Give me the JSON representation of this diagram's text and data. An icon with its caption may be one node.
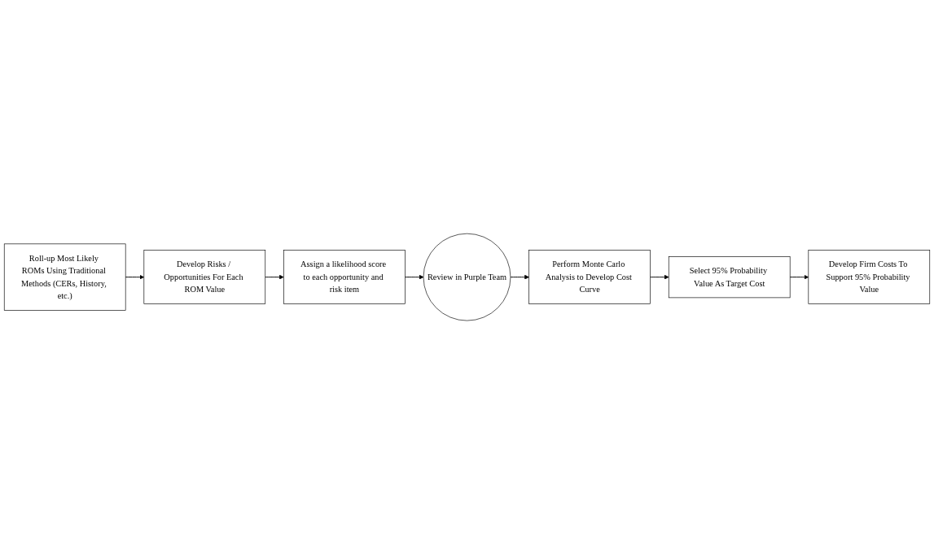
{
  "diagram": {
    "nodes": [
      {
        "text": [
          "Roll-up Most Likely ROMs Using Traditional Methods (CERs, History, etc.)"
        ]
      },
      {
        "text": [
          "Develop Risks / Opportunities For Each ROM Value"
        ]
      },
      {
        "text": [
          "Assign a likelihood score to each opportunity and risk item"
        ]
      },
      {
        "text": [
          "Review in Purple Team"
        ]
      },
      {
        "text": [
          "Perform Monte Carlo Analysis to Develop Cost Curve"
        ]
      },
      {
        "text": [
          "Select 95% Probability Value As Target Cost"
        ]
      },
      {
        "text": [
          "Develop Firm Costs To Support 95% Probability Value"
        ]
      }
    ],
    "edges": [
      {
        "from": 0,
        "to": 1,
        "arrow": "to"
      },
      {
        "from": 1,
        "to": 2,
        "arrow": "to"
      },
      {
        "from": 2,
        "to": 3,
        "arrow": "to"
      },
      {
        "from": 3,
        "to": 4,
        "arrow": "to"
      },
      {
        "from": 4,
        "to": 5,
        "arrow": "to"
      },
      {
        "from": 5,
        "to": 6,
        "arrow": "to"
      }
    ]
  }
}
